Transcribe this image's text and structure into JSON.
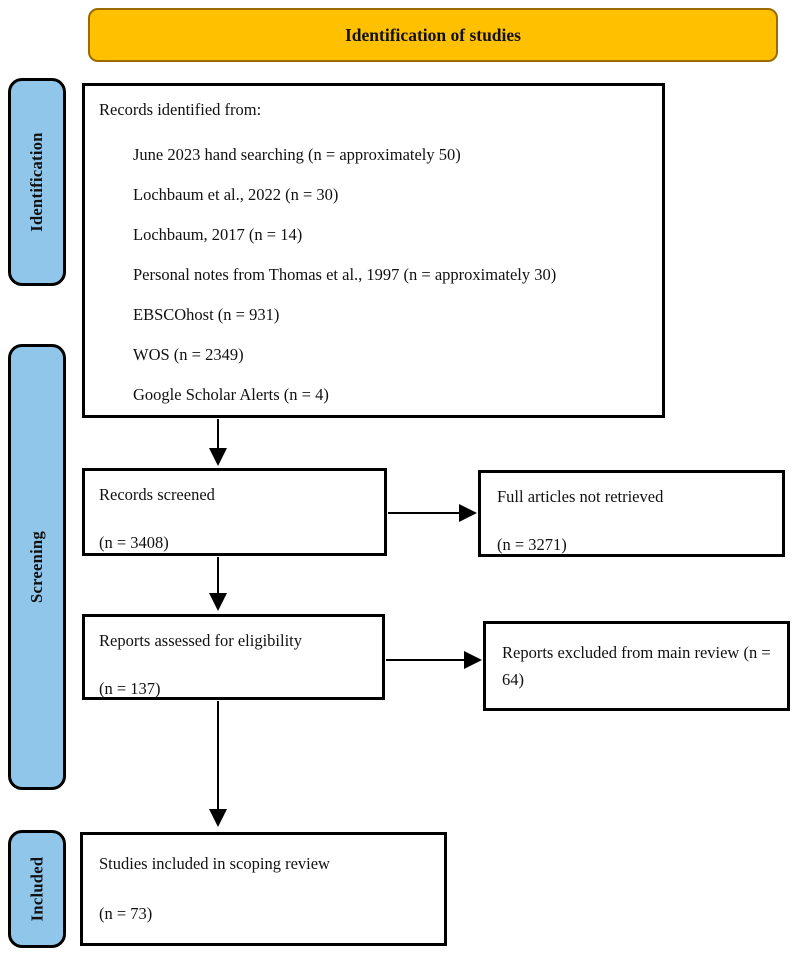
{
  "banner": {
    "title": "Identification of studies"
  },
  "sidebar": {
    "stages": [
      {
        "label": "Identification"
      },
      {
        "label": "Screening"
      },
      {
        "label": "Included"
      }
    ]
  },
  "flow": {
    "identified": {
      "header": "Records identified from:",
      "items": [
        "June 2023 hand searching (n = approximately 50)",
        "Lochbaum et al., 2022 (n = 30)",
        "Lochbaum, 2017 (n = 14)",
        "Personal notes from Thomas et al., 1997 (n = approximately 30)",
        "EBSCOhost (n = 931)",
        "WOS (n = 2349)",
        "Google Scholar Alerts (n = 4)"
      ]
    },
    "screened": {
      "label": "Records screened",
      "count": "(n = 3408)"
    },
    "not_retrieved": {
      "label": "Full articles not retrieved",
      "count": "(n = 3271)"
    },
    "assessed": {
      "label": "Reports assessed for eligibility",
      "count": "(n = 137)"
    },
    "excluded": {
      "label": "Reports excluded from main review (n = 64)"
    },
    "included": {
      "label": "Studies included in scoping review",
      "count": "(n = 73)"
    }
  },
  "colors": {
    "banner-fill": "#FFC000",
    "banner-border": "#9c6a00",
    "stage-fill": "#8FC6E9",
    "line": "#000000"
  }
}
